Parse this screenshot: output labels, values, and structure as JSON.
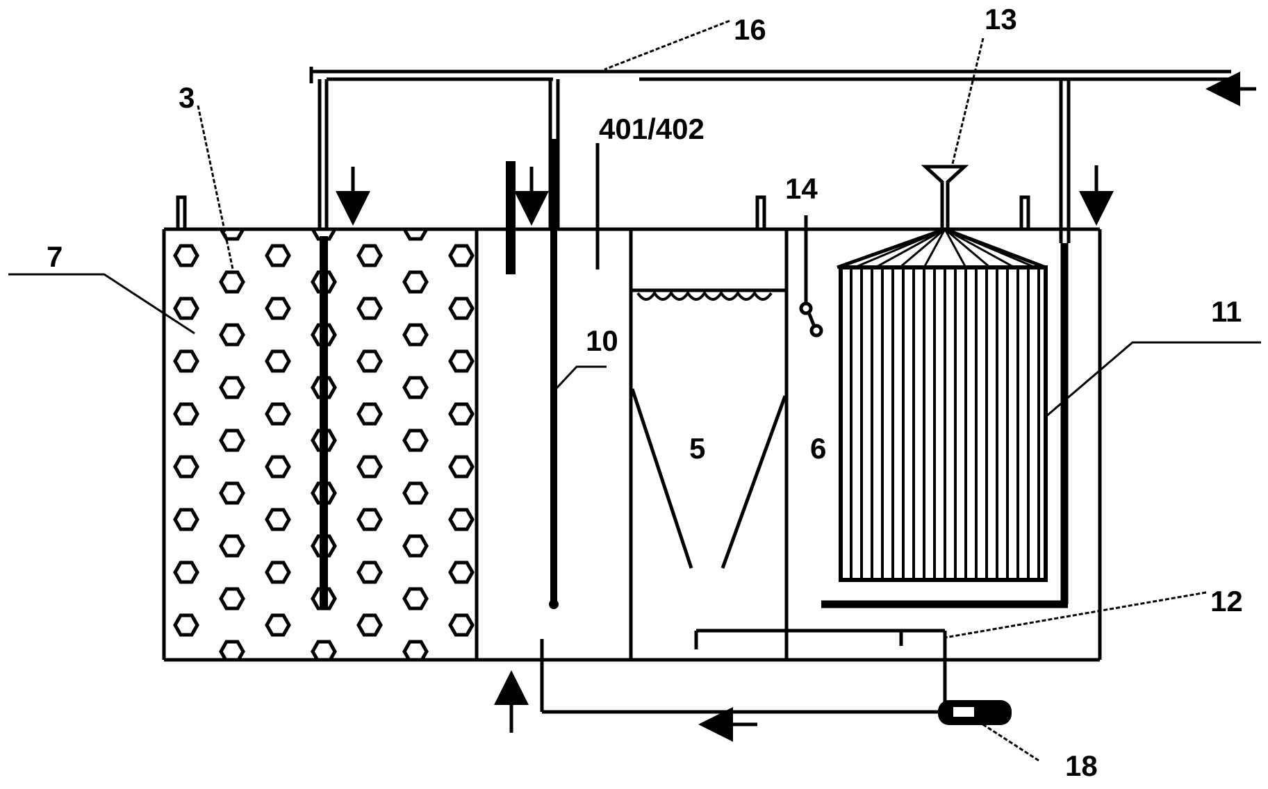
{
  "labels": {
    "l16": "16",
    "l13": "13",
    "l3": "3",
    "l401": "401/402",
    "l14": "14",
    "l7": "7",
    "l11": "11",
    "l10": "10",
    "l5": "5",
    "l6": "6",
    "l12": "12",
    "l18": "18"
  },
  "colors": {
    "line": "#000000",
    "background": "#ffffff"
  }
}
